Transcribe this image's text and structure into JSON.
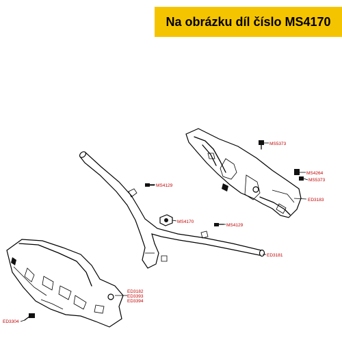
{
  "banner": {
    "text": "Na obrázku díl číslo MS4170",
    "color": "#f5c400"
  },
  "parts": {
    "ms5373_top": "MS5373",
    "ms4264": "MS4264",
    "ms5373_mid": "MS5373",
    "ed3183": "ED3183",
    "ms4129_left": "MS4129",
    "ms4170": "MS4170",
    "ms4129_mid": "MS4129",
    "ed3181": "ED3181",
    "ed3182": "ED3182",
    "ed3393": "ED3393",
    "ed3394": "ED3394",
    "ed3304": "ED3304"
  },
  "label_color": "#c00000"
}
